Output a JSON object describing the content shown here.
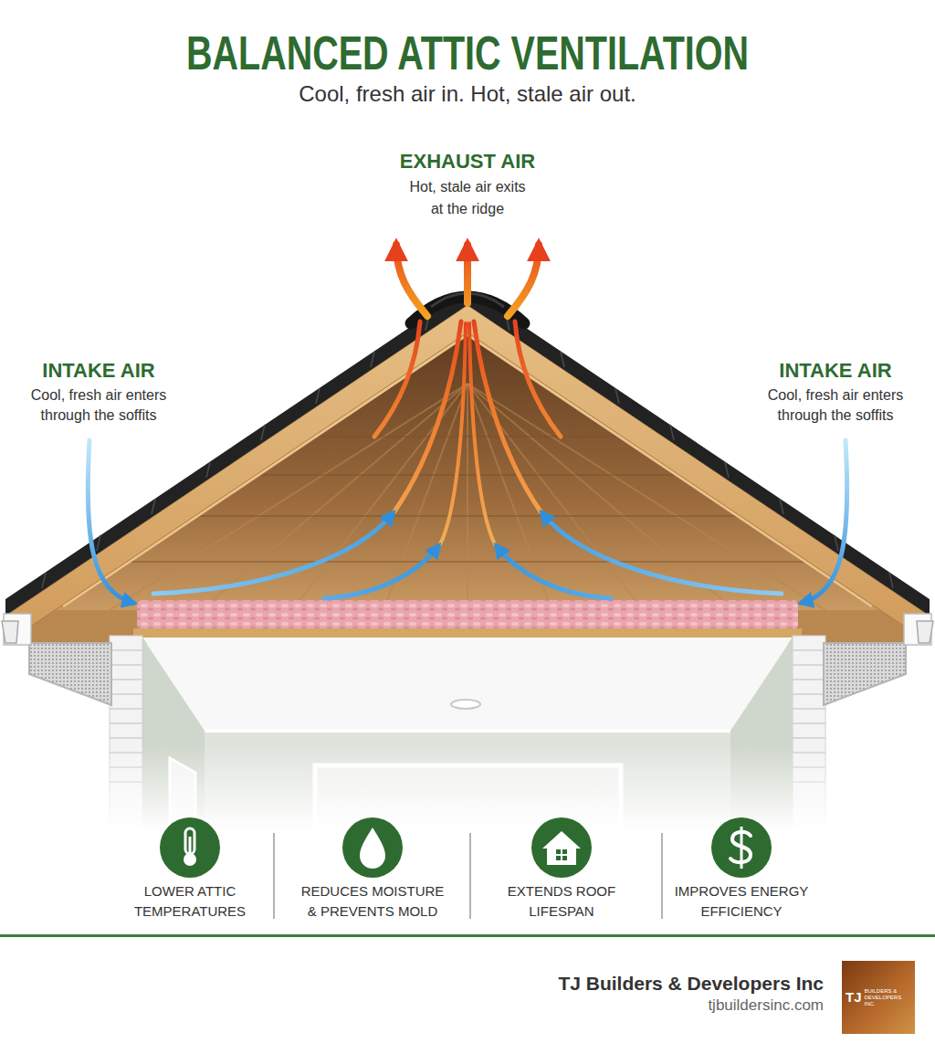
{
  "diagram": {
    "title": "BALANCED ATTIC VENTILATION",
    "nodes": [
      {
        "text": [
          "TJ",
          "BUILDERS & DEVELOPERS INC."
        ]
      }
    ],
    "labels": [
      "Cool, fresh air in. Hot, stale air out.",
      "EXHAUST AIR",
      "Hot, stale air exits at the ridge",
      "INTAKE AIR",
      "Cool, fresh air enters through the soffits",
      "INTAKE AIR",
      "Cool, fresh air enters through the soffits",
      "LOWER ATTIC TEMPERATURES",
      "REDUCES MOISTURE & PREVENTS MOLD",
      "EXTENDS ROOF LIFESPAN",
      "IMPROVES ENERGY EFFICIENCY",
      "TJ Builders & Developers Inc",
      "tjbuildersinc.com"
    ]
  }
}
